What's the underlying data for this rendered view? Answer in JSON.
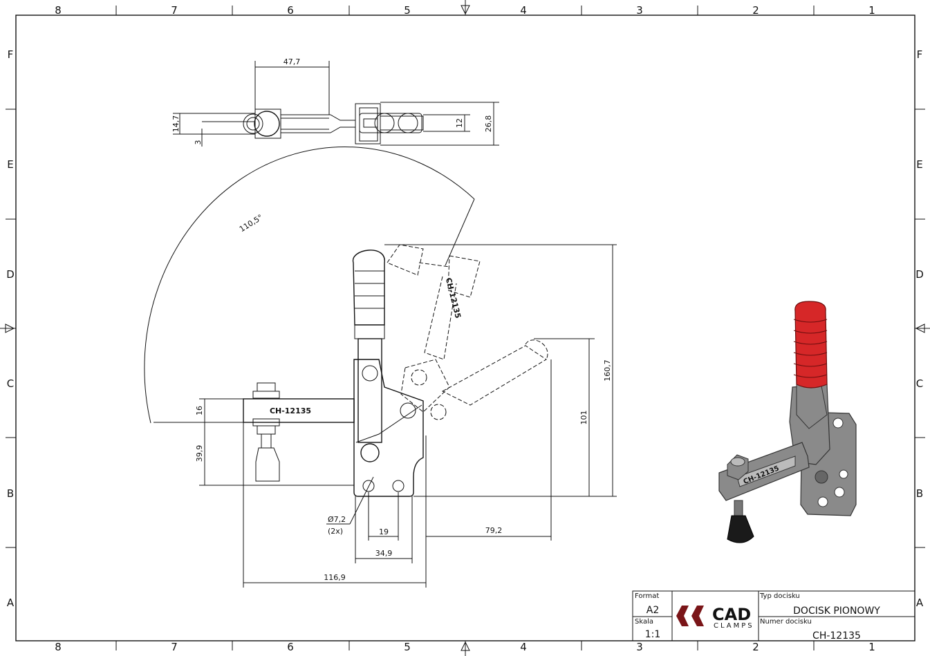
{
  "frame": {
    "columns": [
      "8",
      "7",
      "6",
      "5",
      "4",
      "3",
      "2",
      "1"
    ],
    "rows": [
      "F",
      "E",
      "D",
      "C",
      "B",
      "A"
    ]
  },
  "top_view": {
    "dimensions": [
      "47,7",
      "14,7",
      "3",
      "12",
      "26,8"
    ]
  },
  "front_view": {
    "angle_label": "110,5°",
    "part_marking": "CH-12135",
    "part_marking_rotated": "CH-12135",
    "dimensions": {
      "overall_height": "160,7",
      "open_height": "101",
      "spindle_offset": "16",
      "spindle_height": "39,9",
      "hole_dia": "Ø7,2",
      "hole_count": "(2x)",
      "hole_spacing": "19",
      "base_width": "34,9",
      "handle_reach": "79,2",
      "overall_length": "116,9"
    }
  },
  "render_3d": {
    "part_marking": "CH-12135",
    "handle_color": "#d62728",
    "body_color": "#8a8a8a",
    "tip_color": "#1a1a1a"
  },
  "title_block": {
    "format_label": "Format",
    "format_value": "A2",
    "scale_label": "Skala",
    "scale_value": "1:1",
    "logo_main": "CAD",
    "logo_sub": "CLAMPS",
    "logo_color": "#7a1518",
    "type_label": "Typ docisku",
    "type_value": "DOCISK PIONOWY",
    "number_label": "Numer docisku",
    "number_value": "CH-12135"
  }
}
